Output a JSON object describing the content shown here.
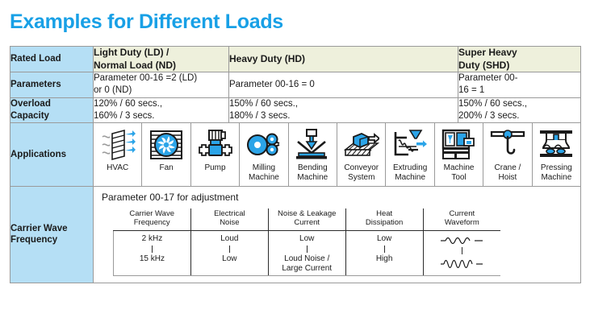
{
  "title": "Examples for Different Loads",
  "accent_color": "#18a0e6",
  "label_bg": "#b5dff5",
  "header_bg": "#eef0dc",
  "table": {
    "rows": {
      "rated_load": {
        "label": "Rated Load",
        "light": "Light Duty (LD) /\nNormal Load (ND)",
        "heavy": "Heavy Duty (HD)",
        "super": "Super Heavy\nDuty (SHD)"
      },
      "parameters": {
        "label": "Parameters",
        "light": "Parameter 00-16 =2 (LD)\nor 0 (ND)",
        "heavy": "Parameter 00-16 = 0",
        "super": "Parameter 00-\n16 = 1"
      },
      "overload": {
        "label": "Overload\nCapacity",
        "light": "120% / 60 secs.,\n160% / 3 secs.",
        "heavy": "150% / 60 secs.,\n180% / 3 secs.",
        "super": "150% / 60 secs.,\n200% / 3 secs."
      },
      "applications": {
        "label": "Applications",
        "items": [
          {
            "icon": "hvac-icon",
            "caption": "HVAC"
          },
          {
            "icon": "fan-icon",
            "caption": "Fan"
          },
          {
            "icon": "pump-icon",
            "caption": "Pump"
          },
          {
            "icon": "milling-machine-icon",
            "caption": "Milling\nMachine"
          },
          {
            "icon": "bending-machine-icon",
            "caption": "Bending\nMachine"
          },
          {
            "icon": "conveyor-system-icon",
            "caption": "Conveyor\nSystem"
          },
          {
            "icon": "extruding-machine-icon",
            "caption": "Extruding\nMachine"
          },
          {
            "icon": "machine-tool-icon",
            "caption": "Machine\nTool"
          },
          {
            "icon": "crane-hoist-icon",
            "caption": "Crane /\nHoist"
          },
          {
            "icon": "pressing-machine-icon",
            "caption": "Pressing\nMachine"
          }
        ]
      },
      "carrier_wave": {
        "label": "Carrier Wave\nFrequency",
        "note": "Parameter 00-17 for adjustment",
        "columns": [
          "Carrier Wave\nFrequency",
          "Electrical\nNoise",
          "Noise & Leakage\nCurrent",
          "Heat\nDissipation",
          "Current\nWaveform"
        ],
        "values": [
          {
            "top": "2 kHz",
            "bottom": "15 kHz"
          },
          {
            "top": "Loud",
            "bottom": "Low"
          },
          {
            "top": "Low",
            "bottom": "Loud Noise /\nLarge Current"
          },
          {
            "top": "Low",
            "bottom": "High"
          },
          {
            "top": "waveform-low-ripple-icon",
            "bottom": "waveform-high-ripple-icon"
          }
        ]
      }
    }
  }
}
